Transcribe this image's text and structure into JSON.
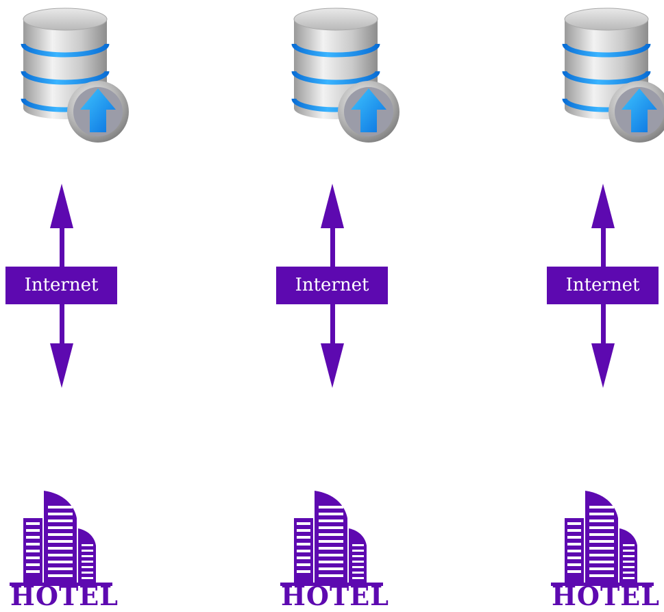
{
  "diagram": {
    "colors": {
      "accent": "#5d09b0",
      "database_blue": "#1a9bff",
      "database_silver": "#b8b8b8"
    },
    "columns": [
      {
        "top_icon": "database-upload-icon",
        "connection_label": "Internet",
        "bottom_icon": "hotel-building-icon",
        "bottom_label": "HOTEL"
      },
      {
        "top_icon": "database-upload-icon",
        "connection_label": "Internet",
        "bottom_icon": "hotel-building-icon",
        "bottom_label": "HOTEL"
      },
      {
        "top_icon": "database-upload-icon",
        "connection_label": "Internet",
        "bottom_icon": "hotel-building-icon",
        "bottom_label": "HOTEL"
      }
    ]
  }
}
